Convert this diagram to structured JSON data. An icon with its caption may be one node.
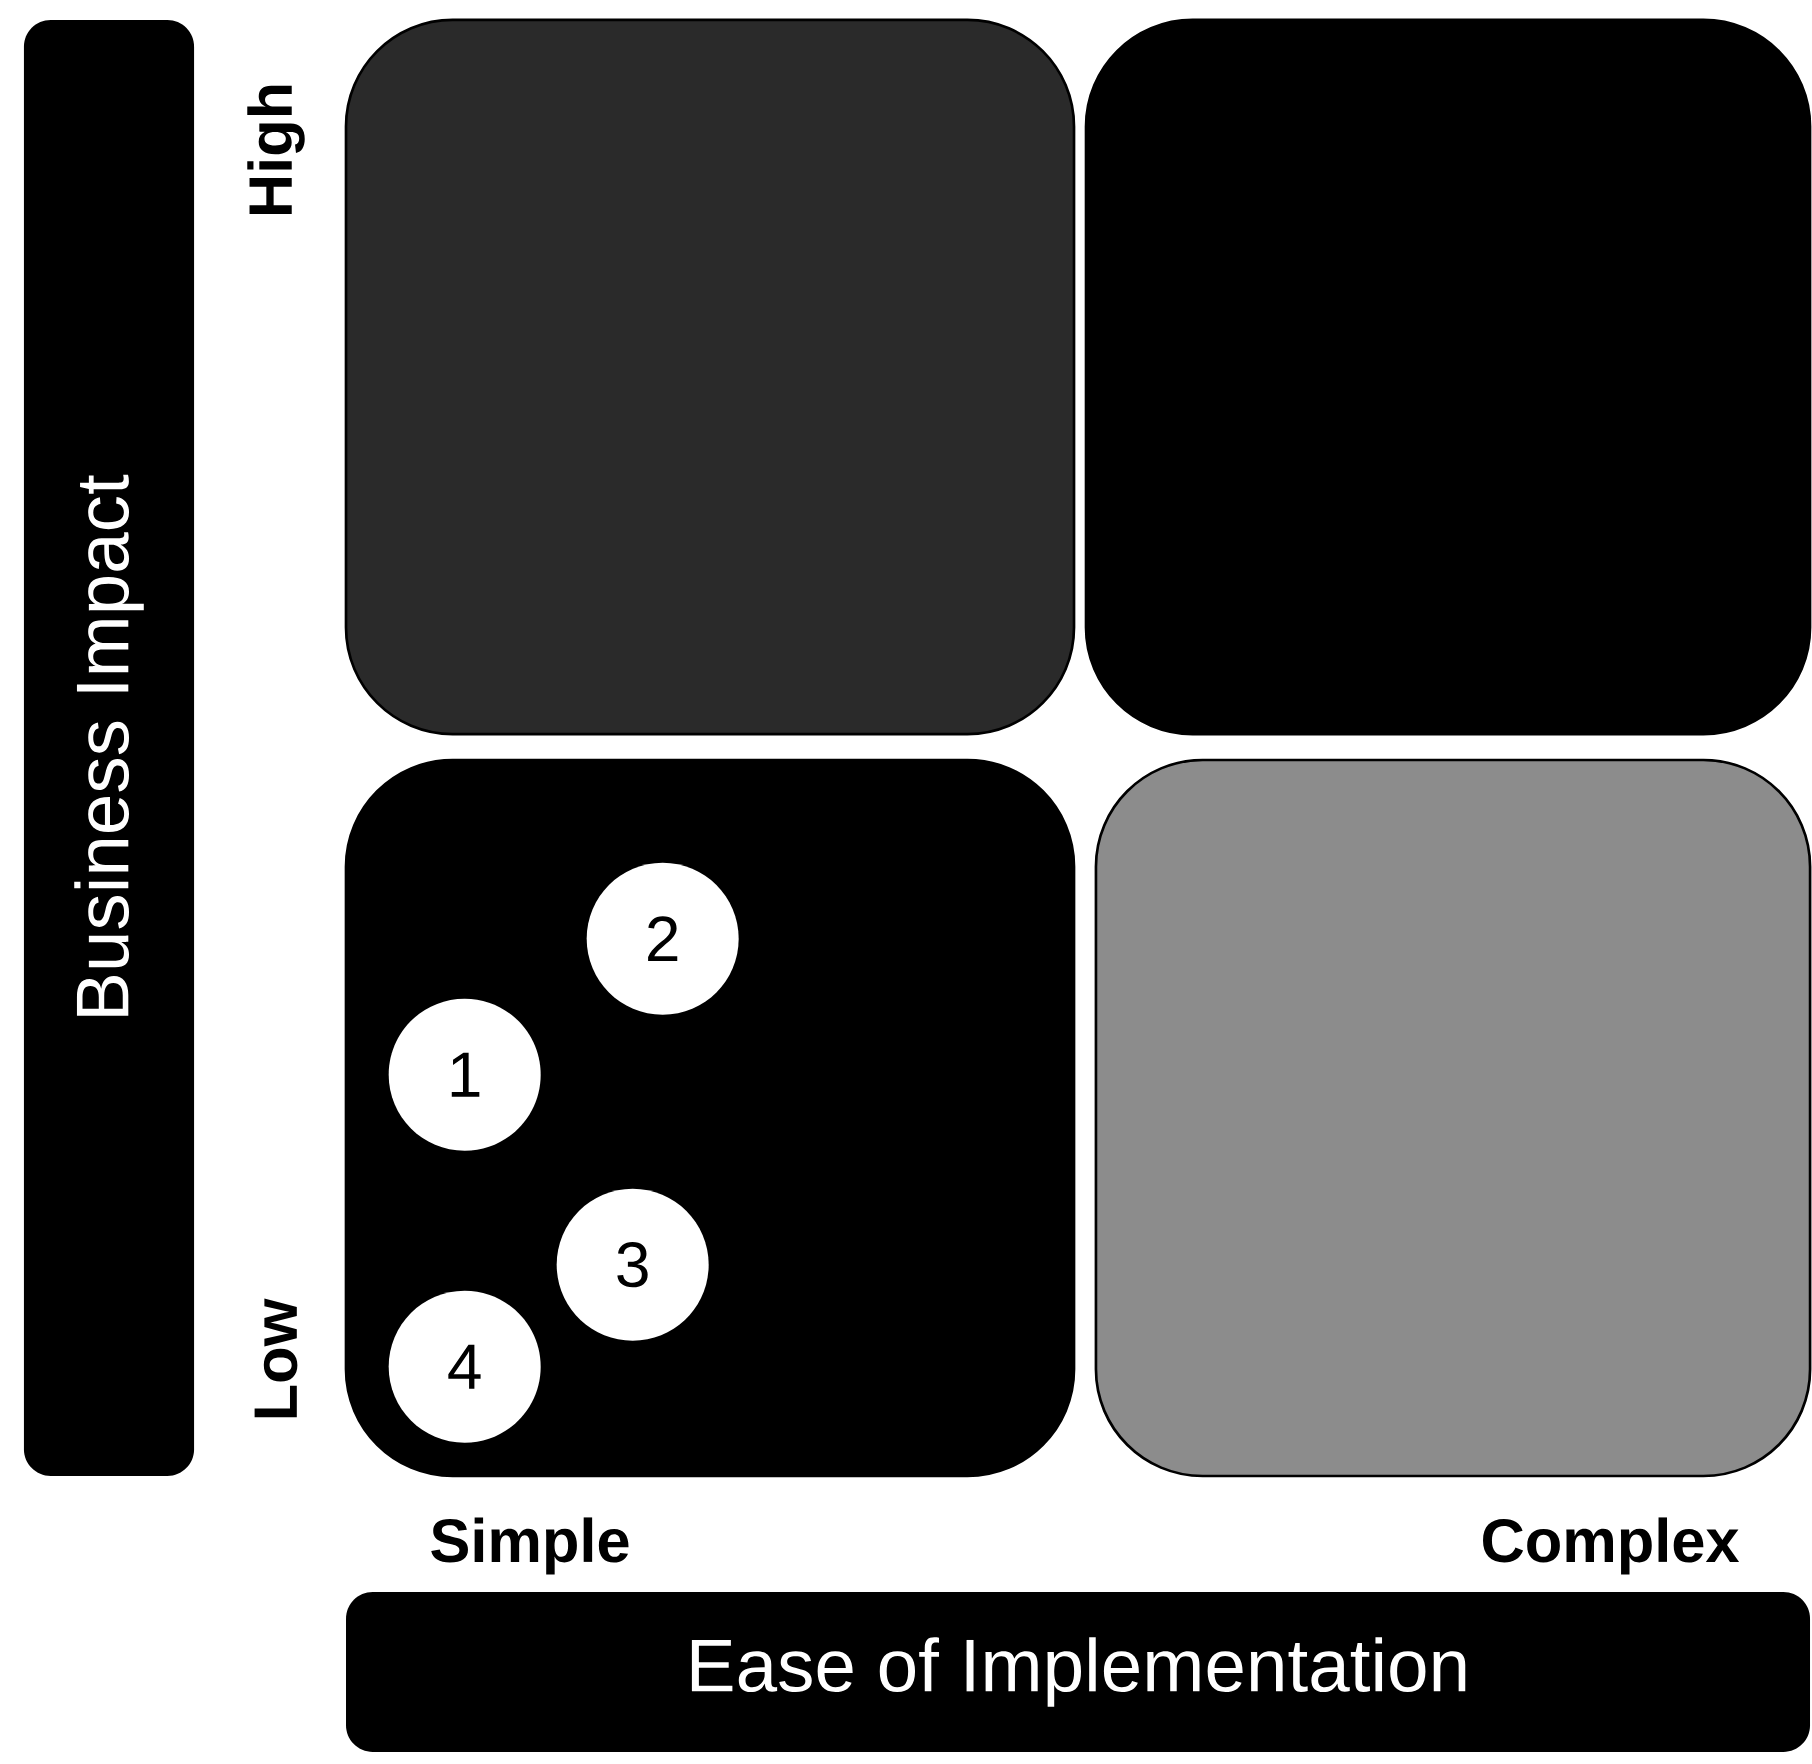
{
  "diagram": {
    "nodes": [
      {
        "text": [
          "Business Impact"
        ]
      },
      {
        "text": [],
        "shape": "box"
      },
      {
        "text": [],
        "shape": "box"
      },
      {
        "text": [],
        "shape": "box"
      },
      {
        "text": [],
        "shape": "box"
      },
      {
        "text": [
          "2"
        ],
        "in": 3
      },
      {
        "text": [
          "1"
        ],
        "in": 3
      },
      {
        "text": [
          "3"
        ],
        "in": 3
      },
      {
        "text": [
          "4"
        ],
        "in": 3
      },
      {
        "text": [
          "Ease of Implementation"
        ]
      }
    ],
    "labels": [
      "High",
      "Low",
      "Simple",
      "Complex"
    ]
  }
}
